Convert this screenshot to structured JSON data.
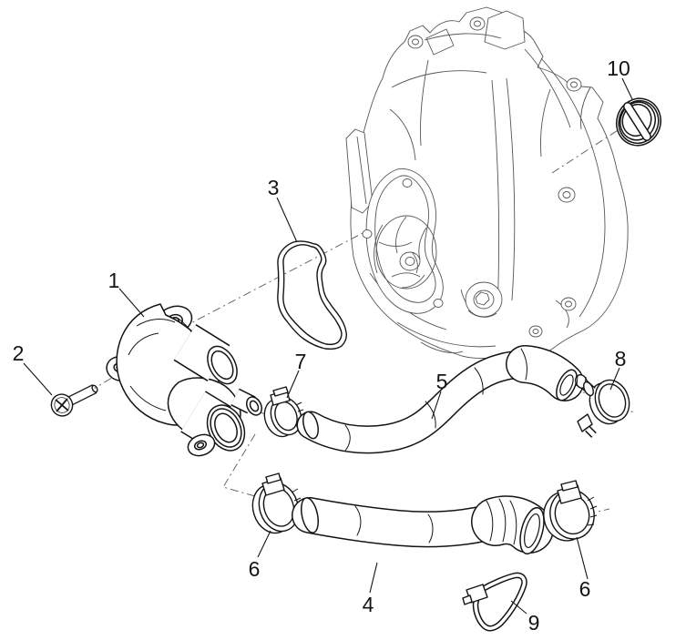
{
  "diagram": {
    "type": "exploded-parts-diagram",
    "subject": "water pump and hoses on engine crankcase",
    "background_color": "#ffffff",
    "part_line_color": "#141414",
    "engine_line_color": "#555555",
    "axis_line_color": "#666666"
  },
  "callouts": [
    {
      "label": "1"
    },
    {
      "label": "2"
    },
    {
      "label": "3"
    },
    {
      "label": "4"
    },
    {
      "label": "5"
    },
    {
      "label": "6"
    },
    {
      "label": "6"
    },
    {
      "label": "7"
    },
    {
      "label": "8"
    },
    {
      "label": "9"
    },
    {
      "label": "10"
    }
  ]
}
